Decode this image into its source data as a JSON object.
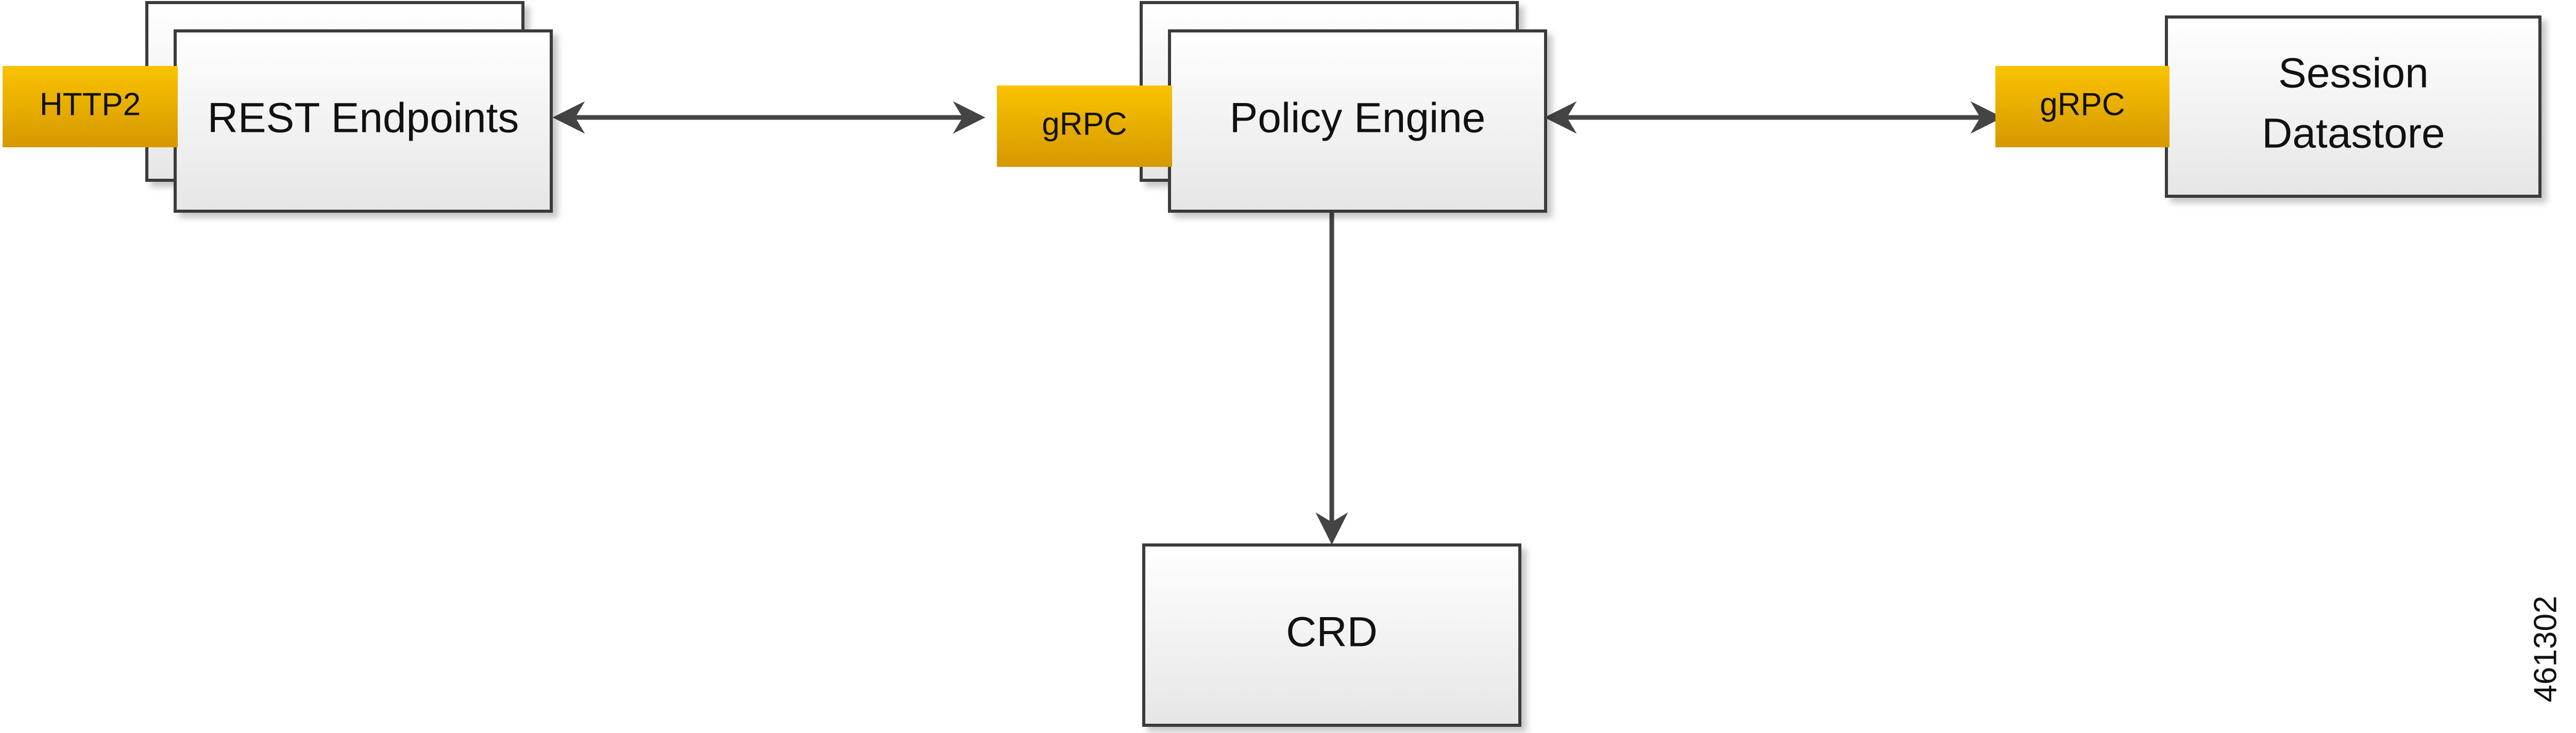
{
  "nodes": {
    "rest_endpoints": {
      "label": "REST Endpoints",
      "badge": "HTTP2"
    },
    "policy_engine": {
      "label": "Policy Engine",
      "badge": "gRPC"
    },
    "session_datastore": {
      "label_line1": "Session",
      "label_line2": "Datastore",
      "badge": "gRPC"
    },
    "crd": {
      "label": "CRD"
    }
  },
  "figure_id": "461302",
  "colors": {
    "badge_top": "#f9c200",
    "badge_bottom": "#d89a00",
    "box_fill_top": "#ffffff",
    "box_fill_bottom": "#eaeaea",
    "stroke": "#3a3a3a",
    "arrow": "#444444"
  }
}
